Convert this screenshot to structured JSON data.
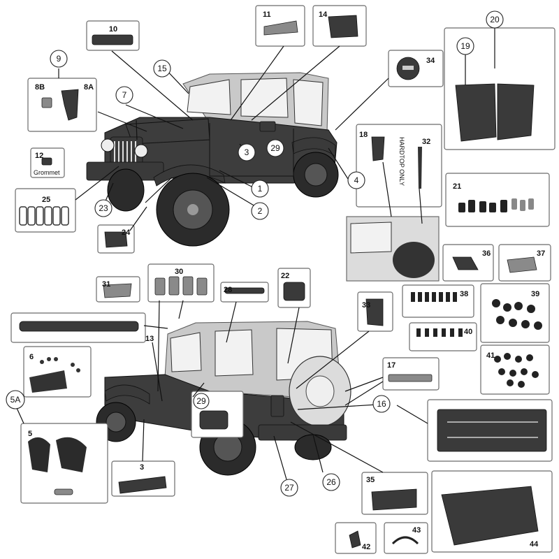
{
  "diagram": {
    "callouts": {
      "c1": "1",
      "c2": "2",
      "c3a": "3",
      "c3b": "3",
      "c4": "4",
      "c5": "5",
      "c5a": "5A",
      "c6": "6",
      "c7": "7",
      "c8a": "8A",
      "c8b": "8B",
      "c9": "9",
      "c10": "10",
      "c11": "11",
      "c12": "12",
      "c13": "13",
      "c14": "14",
      "c15": "15",
      "c16": "16",
      "c17": "17",
      "c18": "18",
      "c19": "19",
      "c20": "20",
      "c21": "21",
      "c22": "22",
      "c23": "23",
      "c24": "24",
      "c25": "25",
      "c26": "26",
      "c27": "27",
      "c28": "28",
      "c29a": "29",
      "c29b": "29",
      "c30": "30",
      "c31": "31",
      "c32": "32",
      "c33": "33",
      "c34": "34",
      "c35": "35",
      "c36": "36",
      "c37": "37",
      "c38": "38",
      "c39": "39",
      "c40": "40",
      "c41": "41",
      "c42": "42",
      "c43": "43",
      "c44": "44"
    },
    "labels": {
      "grommet": "Grommet",
      "hardtop_only": "HARDTOP ONLY"
    }
  }
}
